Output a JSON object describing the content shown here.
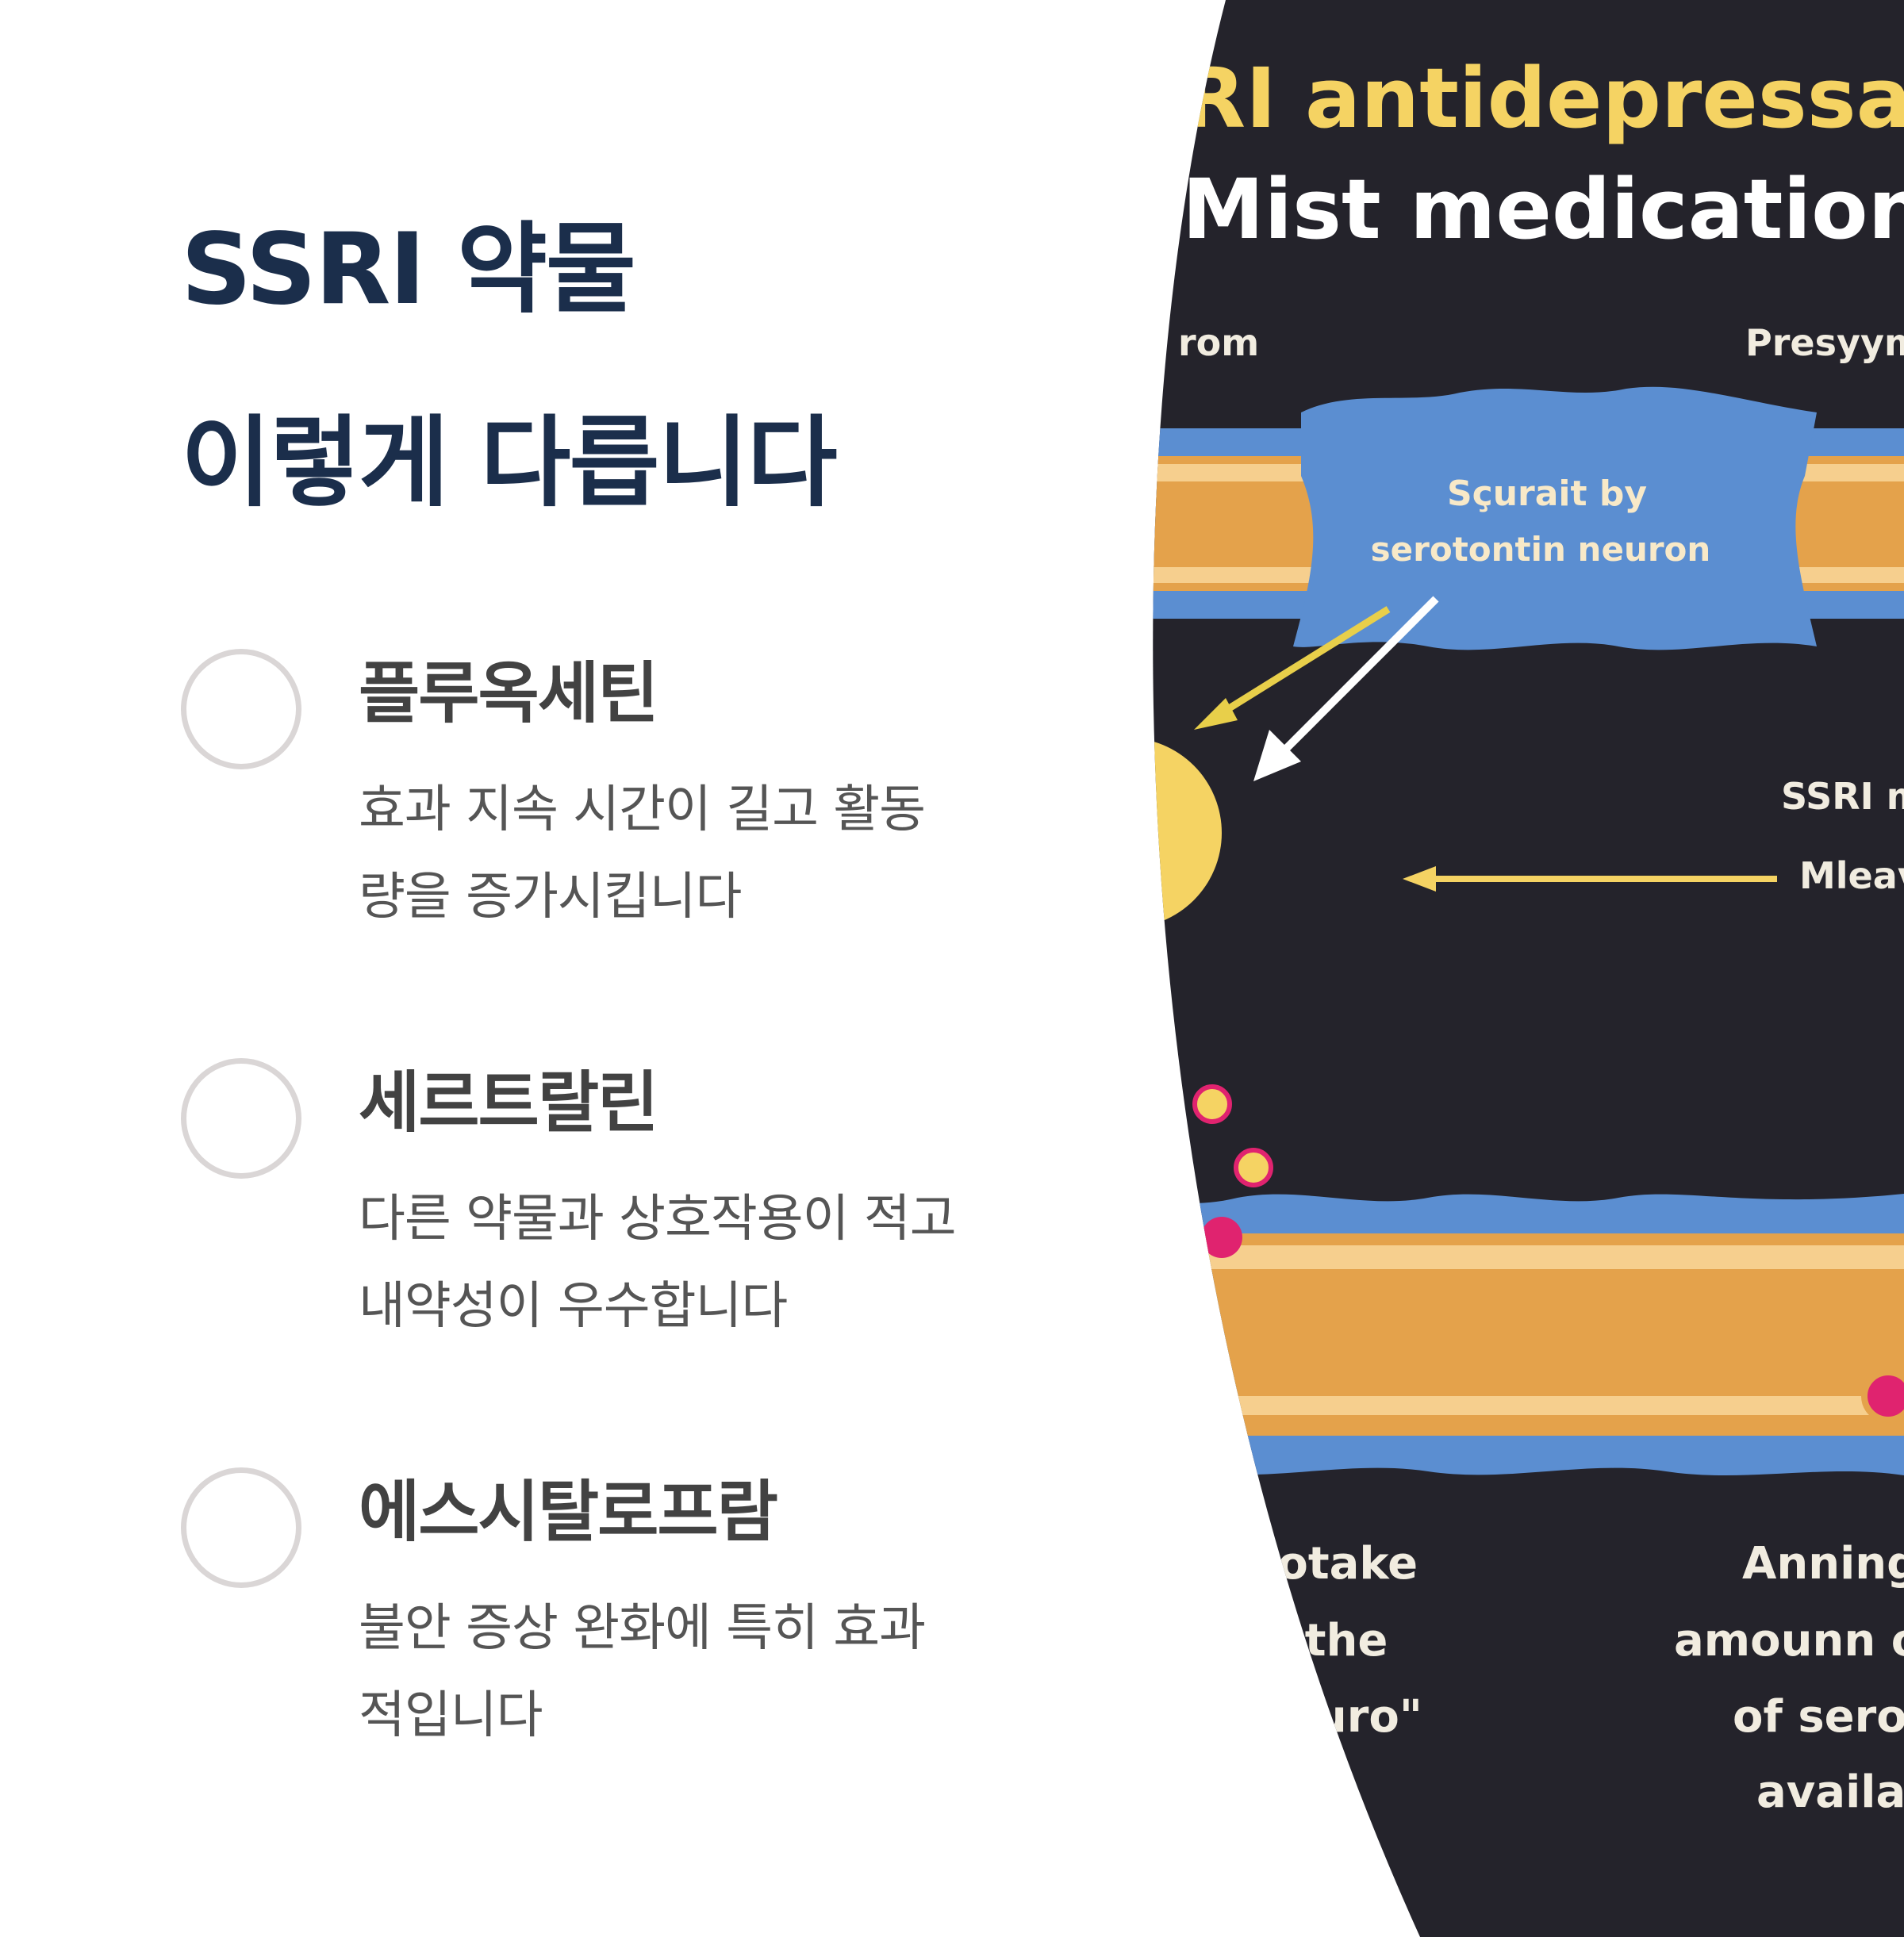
{
  "title": {
    "line1": "SSRI 약물",
    "line2": "이렇게 다릅니다"
  },
  "items": [
    {
      "name": "플루옥세틴",
      "desc_line1": "효과 지속 시간이 길고 활동",
      "desc_line2": "량을 증가시킵니다"
    },
    {
      "name": "세르트랄린",
      "desc_line1": "다른 약물과 상호작용이 적고",
      "desc_line2": "내약성이 우수합니다"
    },
    {
      "name": "에스시탈로프람",
      "desc_line1": "불안 증상 완화에 특히 효과",
      "desc_line2": "적입니다"
    }
  ],
  "illustration": {
    "heading1": "RI antidepressa",
    "heading2": "Mist medication",
    "label_from": "rom",
    "label_presyn": "Presyym",
    "bubble_line1": "Sçurait by",
    "bubble_line2": "serotontin neuron",
    "ssri_label": "SSRI m",
    "mleav_label": "Mleav",
    "left_caption": [
      "e:otake",
      "to the",
      "neuro\""
    ],
    "right_caption": [
      "Anning",
      "amounn of",
      "of serot",
      "availab"
    ]
  },
  "colors": {
    "title": "#1b2e4b",
    "item_name": "#424242",
    "item_desc": "#555555",
    "circle_border": "#dad6d6",
    "ill_bg": "#24232b",
    "ill_yellow": "#f5d363",
    "ill_blue": "#5b8ed1",
    "ill_orange": "#e4a24b"
  }
}
